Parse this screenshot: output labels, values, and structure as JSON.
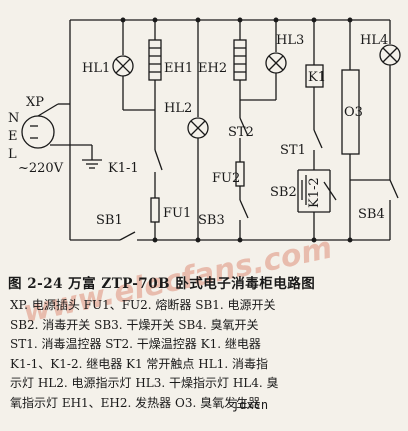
{
  "diagram": {
    "labels": {
      "xp": "XP",
      "n": "N",
      "e": "E",
      "l": "L",
      "voltage": "~220V",
      "k1_1": "K1-1",
      "sb1": "SB1",
      "hl1": "HL1",
      "eh1": "EH1",
      "eh2": "EH2",
      "hl2": "HL2",
      "fu1": "FU1",
      "sb3": "SB3",
      "fu2": "FU2",
      "st2": "ST2",
      "hl3": "HL3",
      "k1": "K1",
      "st1": "ST1",
      "sb2": "SB2",
      "k1_2": "K1-2",
      "hl4": "HL4",
      "o3": "O3",
      "sb4": "SB4"
    }
  },
  "caption": "图 2-24   万富 ZTP-70B 卧式电子消毒柜电路图",
  "legend": [
    "XP. 电源插头   FU1、FU2. 熔断器   SB1. 电源开关",
    "SB2. 消毒开关   SB3. 干燥开关   SB4. 臭氧开关",
    "ST1. 消毒温控器   ST2. 干燥温控器   K1. 继电器",
    "K1-1、K1-2. 继电器 K1 常开触点   HL1. 消毒指",
    "示灯   HL2. 电源指示灯   HL3. 干燥指示灯   HL4. 臭",
    "氧指示灯   EH1、EH2. 发热器   O3. 臭氧发生器"
  ],
  "watermark": "www.elecfans.com",
  "footer_mark": "jdxcn"
}
